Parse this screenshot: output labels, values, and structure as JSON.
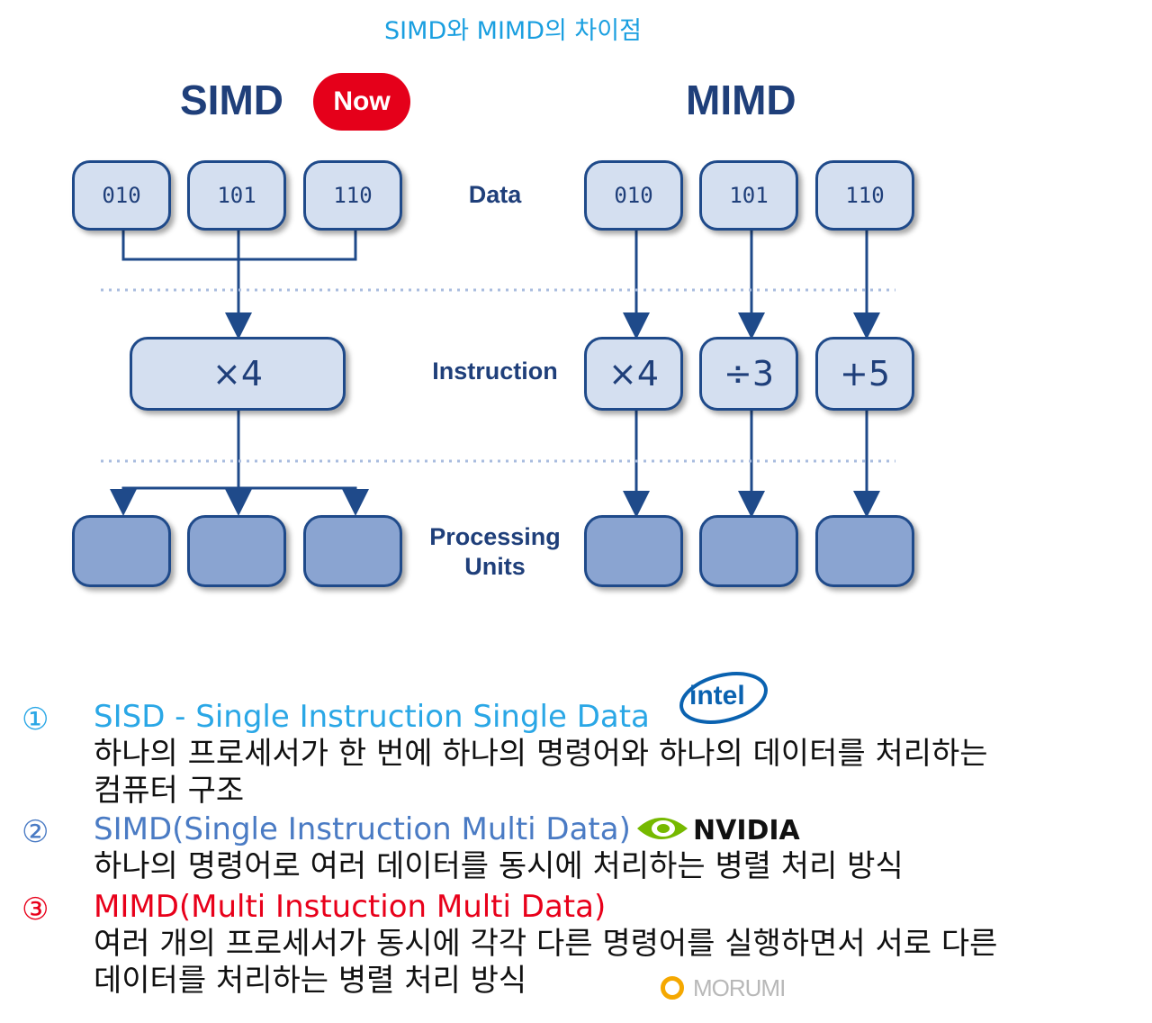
{
  "title": "SIMD와 MIMD의 차이점",
  "diagram": {
    "simd_header": "SIMD",
    "now_badge": "Now",
    "mimd_header": "MIMD",
    "row_labels": {
      "data": "Data",
      "instruction": "Instruction",
      "processing_units": [
        "Processing",
        "Units"
      ]
    },
    "simd": {
      "data": [
        "010",
        "101",
        "110"
      ],
      "instruction": "×4"
    },
    "mimd": {
      "data": [
        "010",
        "101",
        "110"
      ],
      "instructions": [
        "×4",
        "÷3",
        "+5"
      ]
    }
  },
  "list": [
    {
      "marker": "①",
      "heading": "SISD - Single Instruction Single Data",
      "body": [
        "하나의 프로세서가 한 번에 하나의 명령어와 하나의 데이터를 처리하는",
        "컴퓨터 구조"
      ],
      "color": "#2aa7e6",
      "logo": "intel"
    },
    {
      "marker": "②",
      "heading": "SIMD(Single Instruction Multi Data)",
      "body": [
        "하나의 명령어로 여러 데이터를 동시에 처리하는 병렬 처리 방식"
      ],
      "color": "#4a7bc4",
      "logo": "NVIDIA"
    },
    {
      "marker": "③",
      "heading": "MIMD(Multi Instuction Multi Data)",
      "body": [
        "여러 개의 프로세서가 동시에 각각 다른 명령어를 실행하면서 서로 다른",
        "데이터를 처리하는 병렬 처리 방식"
      ],
      "color": "#e8001a",
      "logo": "MORUMI"
    }
  ],
  "colors": {
    "box_border": "#1f4a8a",
    "box_fill": "#d4dff0",
    "pu_fill": "#8aa4d1",
    "label": "#1f3f7a"
  }
}
